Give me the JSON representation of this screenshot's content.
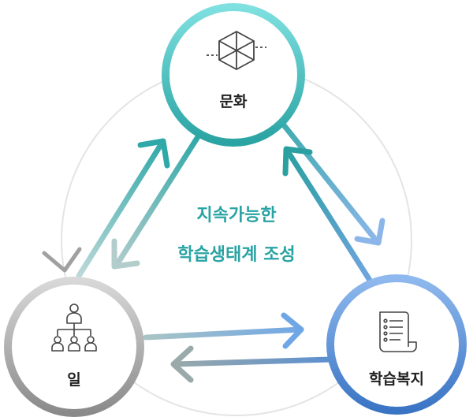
{
  "center": {
    "line1": "지속가능한",
    "line2": "학습생태계 조성"
  },
  "nodes": {
    "culture": {
      "label": "문화",
      "icon": "hexagon-cube-icon"
    },
    "work": {
      "label": "일",
      "icon": "org-chart-icon"
    },
    "welfare": {
      "label": "학습복지",
      "icon": "document-list-icon"
    }
  },
  "colors": {
    "teal": "#2fa8a8",
    "teal_light": "#7fd6d8",
    "blue": "#3f7fcc",
    "blue_light": "#8db8ec",
    "gray": "#9a9a9a",
    "gray_light": "#d6d6d6",
    "center_text": "#2aa3a3"
  }
}
